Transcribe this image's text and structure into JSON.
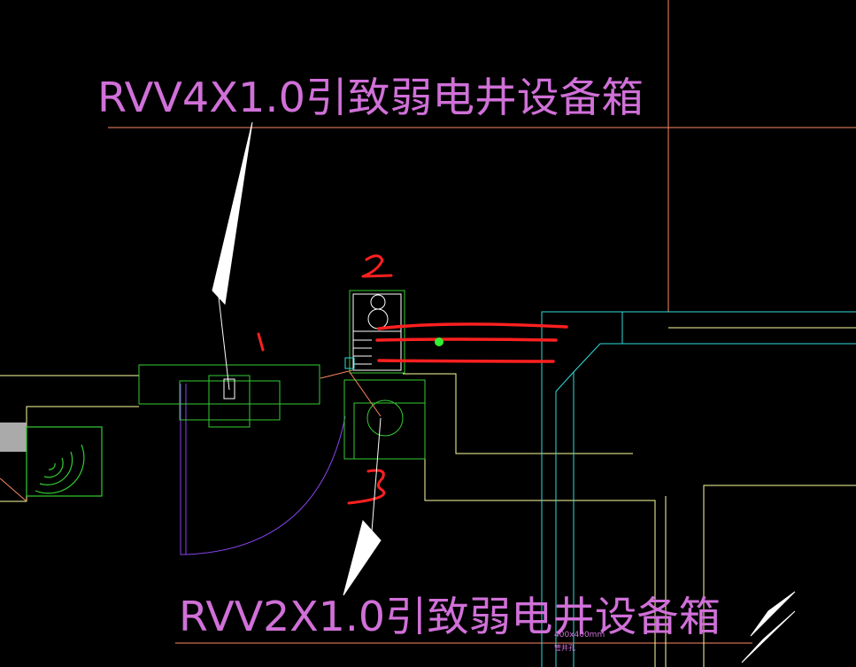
{
  "annotations": {
    "top_label": "RVV4X1.0引致弱电井设备箱",
    "bottom_label": "RVV2X1.0引致弱电井设备箱",
    "marker_1": "1",
    "marker_2": "2",
    "marker_3": "3",
    "small_dim": "400x400mm",
    "small_note": "管井孔"
  },
  "colors": {
    "background": "#000000",
    "label": "#d070d8",
    "leader": "#ffffff",
    "equipment": "#33cc33",
    "wall": "#ffffa0",
    "cyan": "#33dddd",
    "grid": "#ff8866",
    "markup": "#ff2020",
    "door": "#8844ee"
  }
}
